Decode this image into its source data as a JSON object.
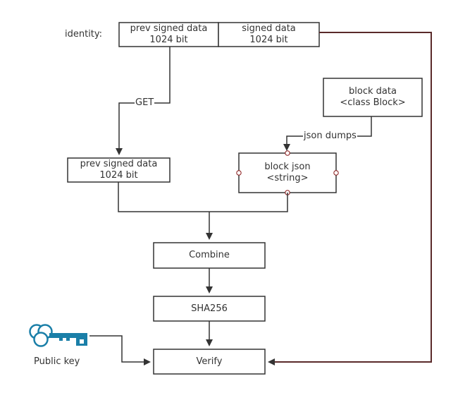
{
  "identity_label": "identity:",
  "nodes": {
    "prev_signed_top": {
      "line1": "prev signed data",
      "line2": "1024 bit"
    },
    "signed_data": {
      "line1": "signed data",
      "line2": "1024 bit"
    },
    "block_data": {
      "line1": "block data",
      "line2": "<class Block>"
    },
    "prev_signed_mid": {
      "line1": "prev signed data",
      "line2": "1024 bit"
    },
    "block_json": {
      "line1": "block json",
      "line2": "<string>"
    },
    "combine": {
      "label": "Combine"
    },
    "sha256": {
      "label": "SHA256"
    },
    "verify": {
      "label": "Verify"
    }
  },
  "edges": {
    "get_label": "GET",
    "json_dumps_label": "json dumps"
  },
  "public_key_label": "Public key",
  "icons": {
    "key": "key-icon"
  },
  "colors": {
    "line": "#333333",
    "signature_line": "#5a2a2a",
    "key": "#1a7fa8"
  }
}
